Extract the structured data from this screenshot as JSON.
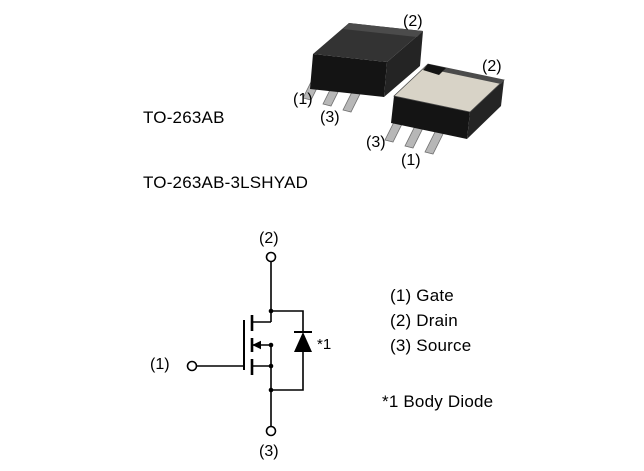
{
  "package_labels": {
    "name": "TO-263AB",
    "variant": "TO-263AB-3LSHYAD"
  },
  "top_view": {
    "pin1": "(1)",
    "pin2": "(2)",
    "pin3": "(3)"
  },
  "bottom_view": {
    "pin1": "(1)",
    "pin2": "(2)",
    "pin3": "(3)"
  },
  "schematic": {
    "pin1": "(1)",
    "pin2": "(2)",
    "pin3": "(3)",
    "diode_ref": "*1"
  },
  "legend": {
    "gate": "(1) Gate",
    "drain": "(2) Drain",
    "source": "(3) Source",
    "footnote": "*1 Body Diode"
  },
  "colors": {
    "background": "#ffffff",
    "line": "#000000",
    "lead": "#b7b7b7",
    "lead_edge": "#6f6f6f",
    "package_top": "#333333",
    "package_front": "#141414",
    "package_side": "#242424",
    "package_tab": "#4b4b4b",
    "pad": "#d8d3c7"
  }
}
